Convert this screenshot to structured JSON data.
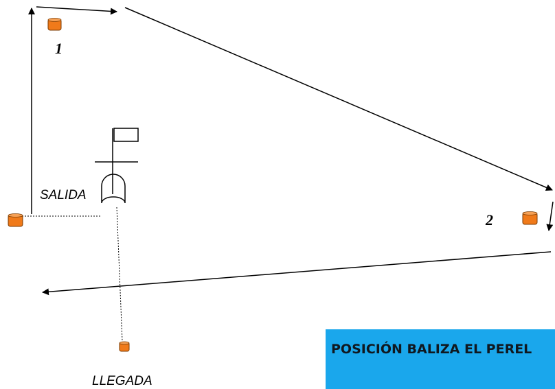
{
  "labels": {
    "mark1": "1",
    "mark2": "2",
    "start": "SALIDA",
    "finish": "LLEGADA"
  },
  "banner": {
    "title": "POSICIÓN BALIZA EL PEREL"
  },
  "colors": {
    "buoy": "#f07a1a",
    "banner_bg": "#1aa7ec"
  }
}
